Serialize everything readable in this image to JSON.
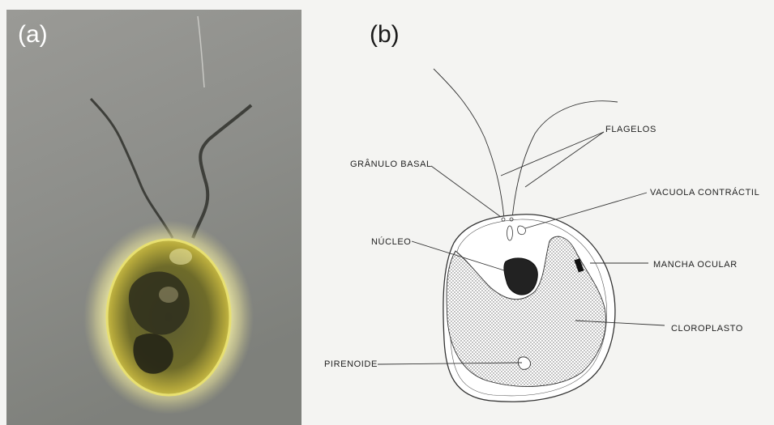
{
  "panel_a": {
    "letter": "(a)"
  },
  "panel_b": {
    "letter": "(b)",
    "labels": {
      "flagelos": "FLAGELOS",
      "granulo_basal": "GRÂNULO BASAL",
      "vacuola_contractil": "VACUOLA CONTRÁCTIL",
      "nucleo": "NÚCLEO",
      "mancha_ocular": "MANCHA OCULAR",
      "cloroplasto": "CLOROPLASTO",
      "pirenoide": "PIRENOIDE"
    }
  }
}
